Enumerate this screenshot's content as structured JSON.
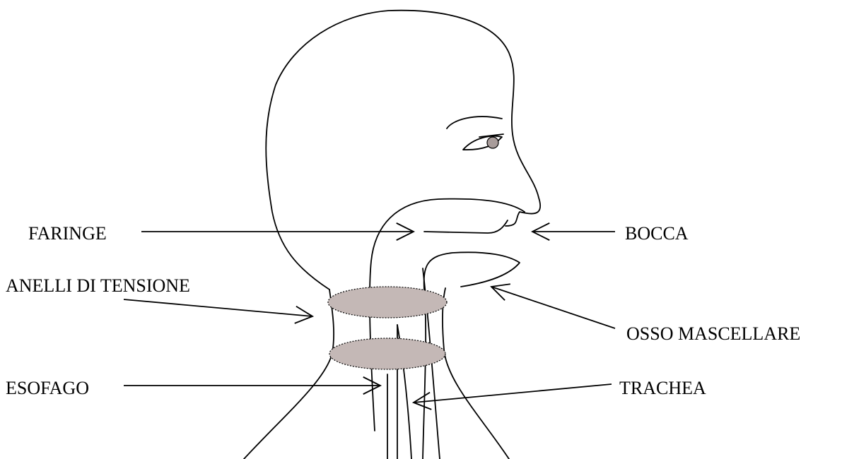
{
  "labels": {
    "faringe": "FARINGE",
    "bocca": "BOCCA",
    "anelli": "ANELLI DI TENSIONE",
    "osso": "OSSO MASCELLARE",
    "esofago": "ESOFAGO",
    "trachea": "TRACHEA"
  },
  "colors": {
    "stroke": "#000000",
    "ring_fill": "#c4b8b6",
    "eye_fill": "#a89c9a"
  }
}
